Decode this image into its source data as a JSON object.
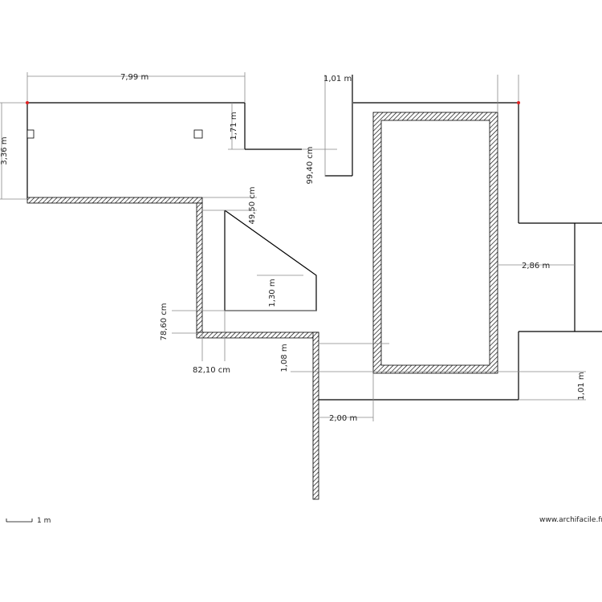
{
  "plan": {
    "dimensions": {
      "width_top": "7,99 m",
      "top_right_small": "1,01 m",
      "left_height": "3,36 m",
      "step_height": "1,71 m",
      "step_depth": "99,40 cm",
      "corridor_top": "49,50 cm",
      "diagonal_height": "1,30 m",
      "corridor_height": "78,60 cm",
      "corridor_width": "82,10 cm",
      "lower_height": "1,08 m",
      "right_gap": "2,86 m",
      "lower_gap": "2,00 m",
      "right_small": "1,01 m"
    },
    "scale_label": "1 m",
    "brand": "www.archifacile.fr",
    "colors": {
      "wall": "#000000",
      "dimension": "#888888",
      "marker": "#e02020"
    }
  }
}
